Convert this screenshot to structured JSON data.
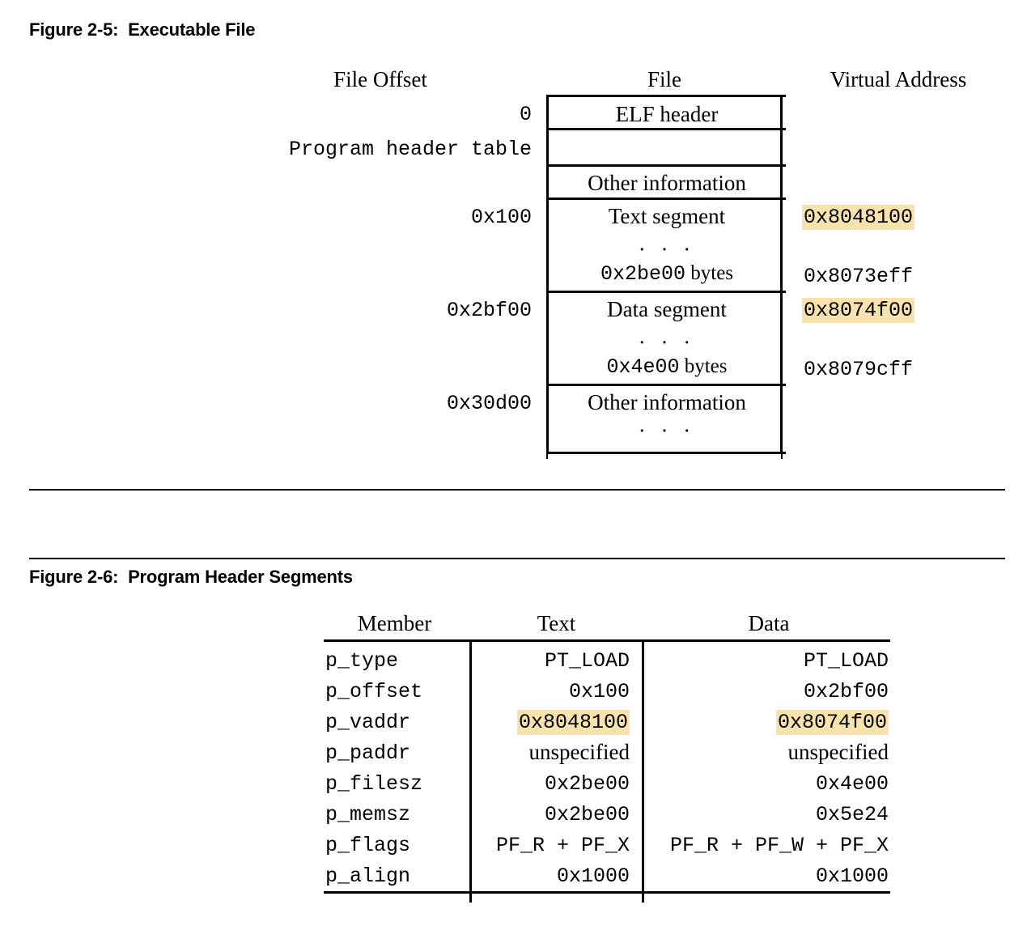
{
  "figure_2_5": {
    "title": "Figure 2-5:  Executable File",
    "columns": {
      "left": "File Offset",
      "center": "File",
      "right": "Virtual Address"
    },
    "rows": [
      {
        "offset": "0",
        "name": "ELF header",
        "vaddr": "",
        "vaddr_highlighted": false
      },
      {
        "offset": "Program header table",
        "name": "",
        "vaddr": "",
        "vaddr_highlighted": false
      },
      {
        "offset": "",
        "name": "Other information",
        "vaddr": "",
        "vaddr_highlighted": false
      },
      {
        "offset": "0x100",
        "name": "Text segment",
        "dots": "· · ·",
        "size": "0x2be00",
        "size_unit": "bytes",
        "vaddr": "0x8048100",
        "vaddr_highlighted": true,
        "vaddr_end": "0x8073eff"
      },
      {
        "offset": "0x2bf00",
        "name": "Data segment",
        "dots": "· · ·",
        "size": "0x4e00",
        "size_unit": "bytes",
        "vaddr": "0x8074f00",
        "vaddr_highlighted": true,
        "vaddr_end": "0x8079cff"
      },
      {
        "offset": "0x30d00",
        "name": "Other information",
        "dots": "· · ·",
        "vaddr": "",
        "vaddr_highlighted": false
      }
    ]
  },
  "figure_2_6": {
    "title": "Figure 2-6:  Program Header Segments",
    "headers": [
      "Member",
      "Text",
      "Data"
    ],
    "rows": [
      {
        "member": "p_type",
        "text": "PT_LOAD",
        "data": "PT_LOAD",
        "text_font": "mono",
        "data_font": "mono",
        "text_highlighted": false,
        "data_highlighted": false
      },
      {
        "member": "p_offset",
        "text": "0x100",
        "data": "0x2bf00",
        "text_font": "mono",
        "data_font": "mono",
        "text_highlighted": false,
        "data_highlighted": false
      },
      {
        "member": "p_vaddr",
        "text": "0x8048100",
        "data": "0x8074f00",
        "text_font": "mono",
        "data_font": "mono",
        "text_highlighted": true,
        "data_highlighted": true
      },
      {
        "member": "p_paddr",
        "text": "unspecified",
        "data": "unspecified",
        "text_font": "serif",
        "data_font": "serif",
        "text_highlighted": false,
        "data_highlighted": false
      },
      {
        "member": "p_filesz",
        "text": "0x2be00",
        "data": "0x4e00",
        "text_font": "mono",
        "data_font": "mono",
        "text_highlighted": false,
        "data_highlighted": false
      },
      {
        "member": "p_memsz",
        "text": "0x2be00",
        "data": "0x5e24",
        "text_font": "mono",
        "data_font": "mono",
        "text_highlighted": false,
        "data_highlighted": false
      },
      {
        "member": "p_flags",
        "text": "PF_R + PF_X",
        "data": "PF_R + PF_W + PF_X",
        "text_font": "mono",
        "data_font": "mono",
        "text_highlighted": false,
        "data_highlighted": false
      },
      {
        "member": "p_align",
        "text": "0x1000",
        "data": "0x1000",
        "text_font": "mono",
        "data_font": "mono",
        "text_highlighted": false,
        "data_highlighted": false
      }
    ]
  },
  "colors": {
    "highlight": "#fae2ad",
    "rule": "#000000",
    "text": "#000000",
    "background": "#ffffff"
  }
}
